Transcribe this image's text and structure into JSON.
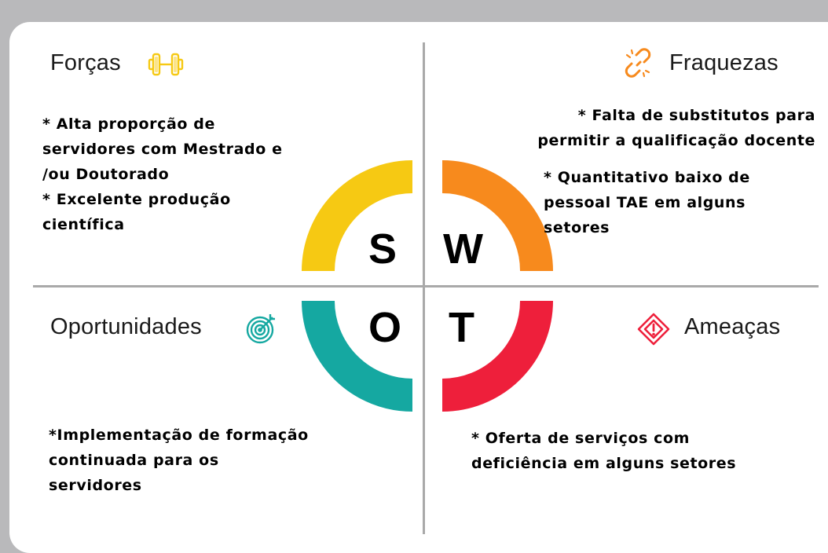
{
  "swot": {
    "strengths": {
      "heading": "Forças",
      "letter": "S",
      "text": "* Alta proporção de\nservidores com Mestrado e\n/ou Doutorado\n* Excelente produção\ncientífica",
      "color": "#f6c913"
    },
    "weaknesses": {
      "heading": "Fraquezas",
      "letter": "W",
      "text_1": "* Falta de substitutos para\npermitir a qualificação docente",
      "text_2": "* Quantitativo baixo de\npessoal TAE em alguns\nsetores",
      "color": "#f78a1d"
    },
    "opportunities": {
      "heading": "Oportunidades",
      "letter": "O",
      "text": "*Implementação de formação\ncontinuada para os\nservidores",
      "color": "#15a8a1"
    },
    "threats": {
      "heading": "Ameaças",
      "letter": "T",
      "text": "* Oferta de serviços com\ndeficiência em alguns setores",
      "color": "#ee1f3b"
    }
  },
  "icons": {
    "strengths": "dumbbell-icon",
    "weaknesses": "broken-link-icon",
    "opportunities": "target-icon",
    "threats": "warning-diamond-icon"
  }
}
